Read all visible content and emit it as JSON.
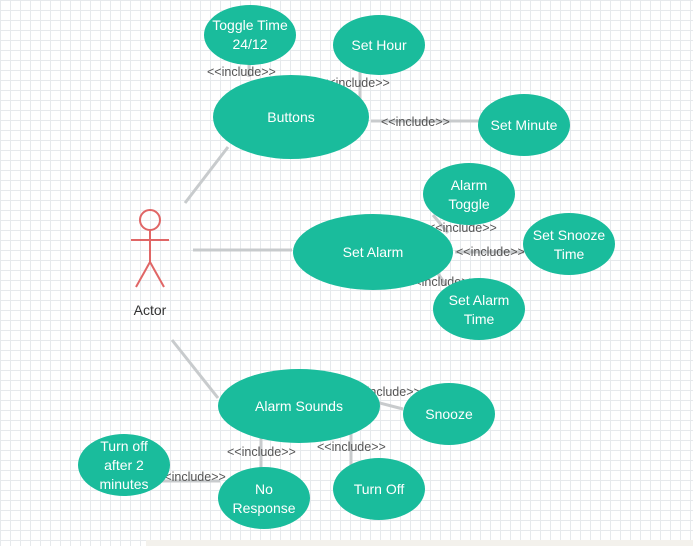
{
  "actor": {
    "label": "Actor"
  },
  "use_cases": {
    "toggle_time": [
      "Toggle Time",
      "24/12"
    ],
    "set_hour": [
      "Set Hour"
    ],
    "buttons": [
      "Buttons"
    ],
    "set_minute": [
      "Set Minute"
    ],
    "alarm_toggle": [
      "Alarm",
      "Toggle"
    ],
    "set_alarm": [
      "Set Alarm"
    ],
    "set_snooze_time": [
      "Set Snooze",
      "Time"
    ],
    "set_alarm_time": [
      "Set Alarm",
      "Time"
    ],
    "alarm_sounds": [
      "Alarm Sounds"
    ],
    "snooze": [
      "Snooze"
    ],
    "turn_off_after": [
      "Turn off",
      "after 2",
      "minutes"
    ],
    "no_response": [
      "No",
      "Response"
    ],
    "turn_off": [
      "Turn Off"
    ]
  },
  "relations": {
    "include_label": "<<include>>"
  },
  "colors": {
    "use_case_fill": "#1abc9c",
    "actor_stroke": "#e06666",
    "line": "#c8cbcd"
  }
}
